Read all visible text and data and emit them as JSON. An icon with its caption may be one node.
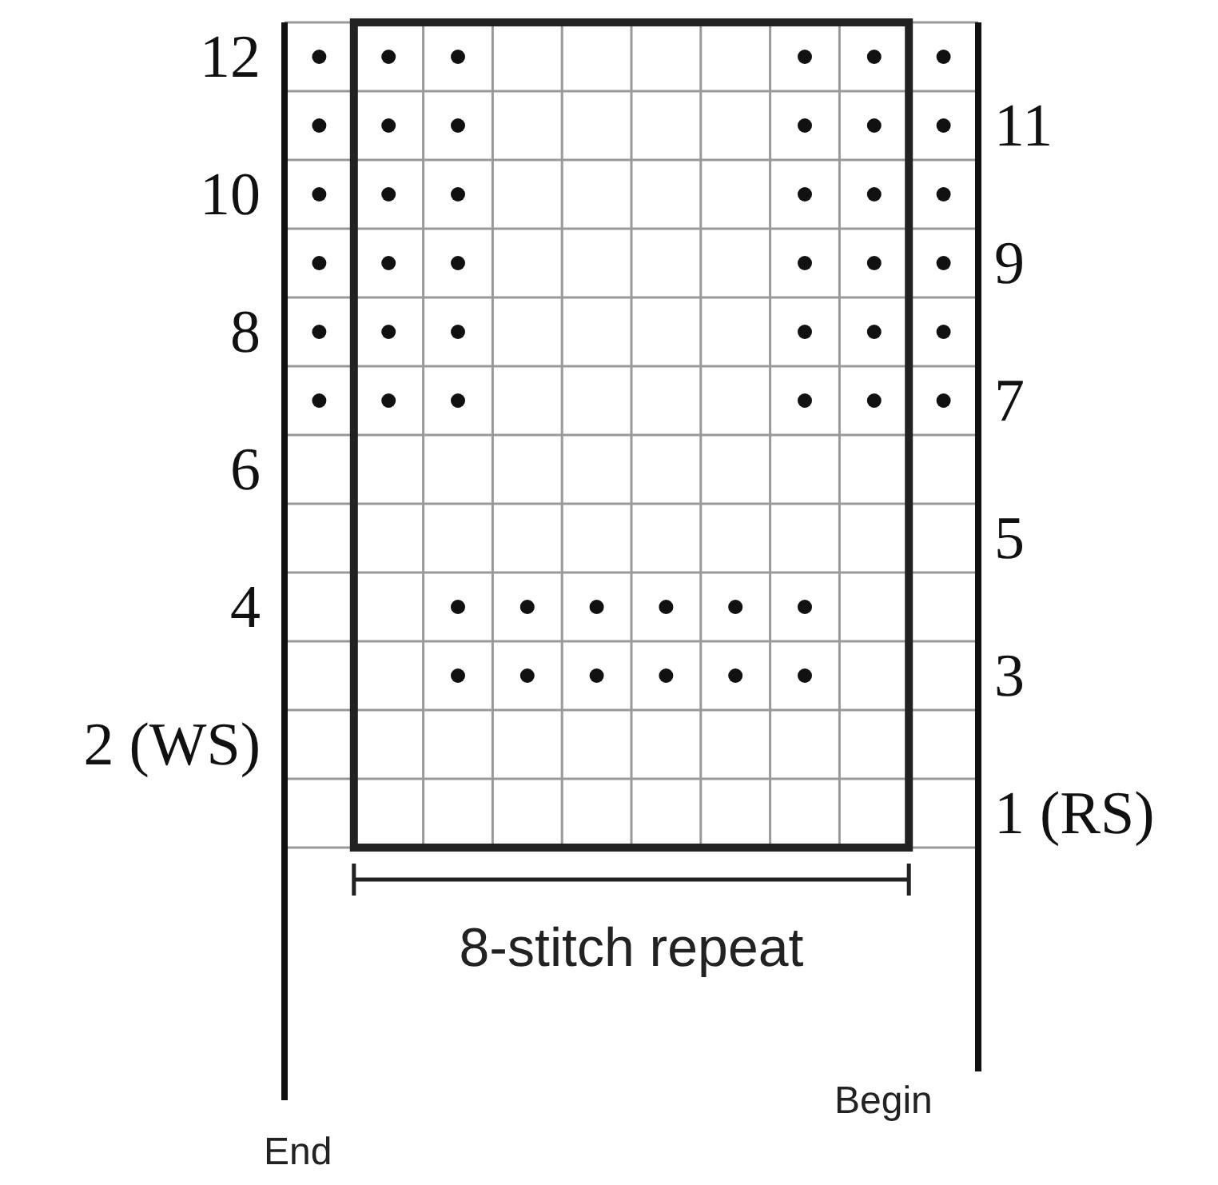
{
  "diagram": {
    "labels": [
      "12",
      "11",
      "10",
      "9",
      "8",
      "7",
      "6",
      "5",
      "4",
      "3",
      "2 (WS)",
      "1 (RS)",
      "8-stitch repeat",
      "Begin",
      "End"
    ]
  }
}
